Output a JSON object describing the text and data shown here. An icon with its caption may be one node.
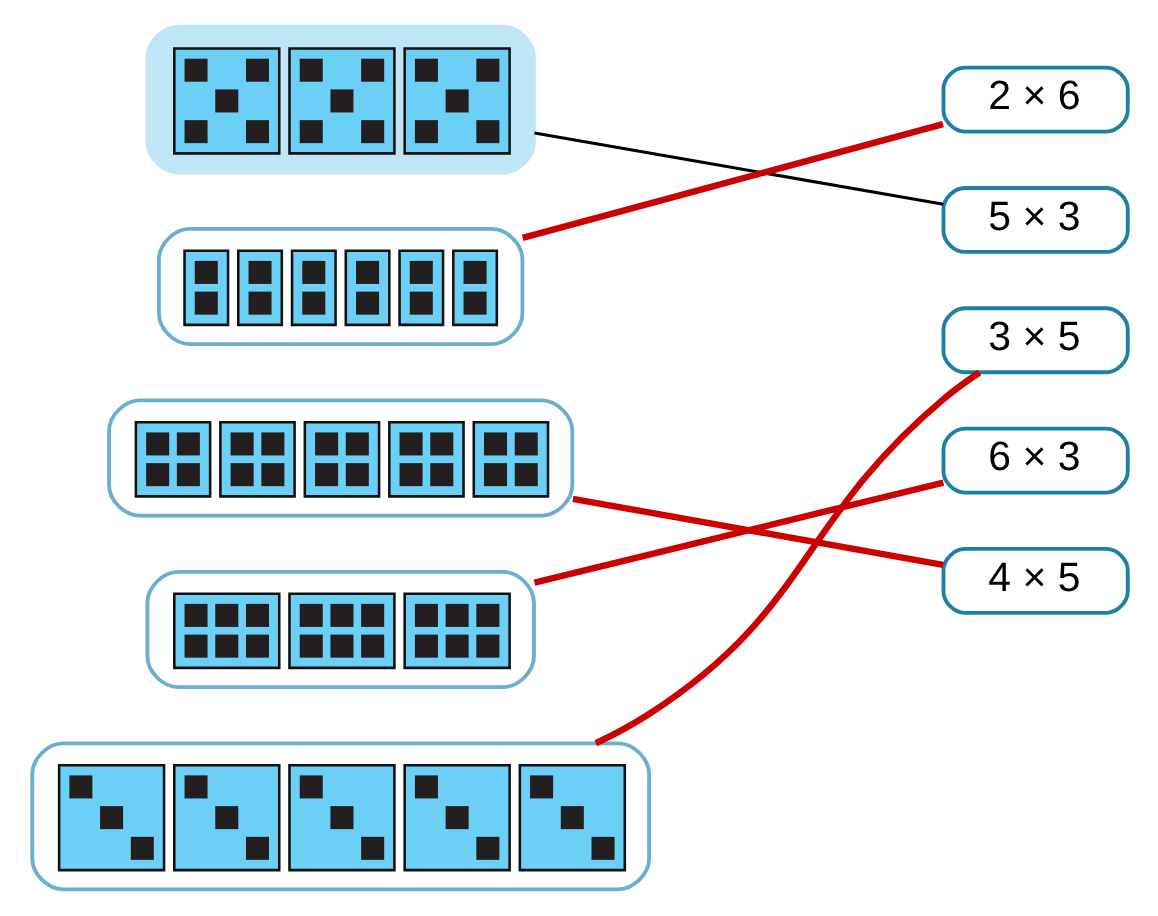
{
  "diagram": {
    "nodes": [
      {
        "text": [],
        "shape": "picture"
      },
      {
        "text": [],
        "shape": "picture"
      },
      {
        "text": [],
        "shape": "picture"
      },
      {
        "text": [],
        "shape": "picture"
      },
      {
        "text": [],
        "shape": "picture"
      },
      {
        "text": [
          "2 × 6"
        ]
      },
      {
        "text": [
          "5 × 3"
        ]
      },
      {
        "text": [
          "3 × 5"
        ]
      },
      {
        "text": [
          "6 × 3"
        ]
      },
      {
        "text": [
          "4 × 5"
        ]
      }
    ],
    "edges": [
      {
        "from": 0,
        "to": 6,
        "arrow": "none",
        "color": "#000000"
      },
      {
        "from": 1,
        "to": 5,
        "arrow": "none"
      },
      {
        "from": 2,
        "to": 9,
        "arrow": "none"
      },
      {
        "from": 3,
        "to": 8,
        "arrow": "none"
      },
      {
        "from": 4,
        "to": 7,
        "arrow": "none"
      }
    ]
  }
}
